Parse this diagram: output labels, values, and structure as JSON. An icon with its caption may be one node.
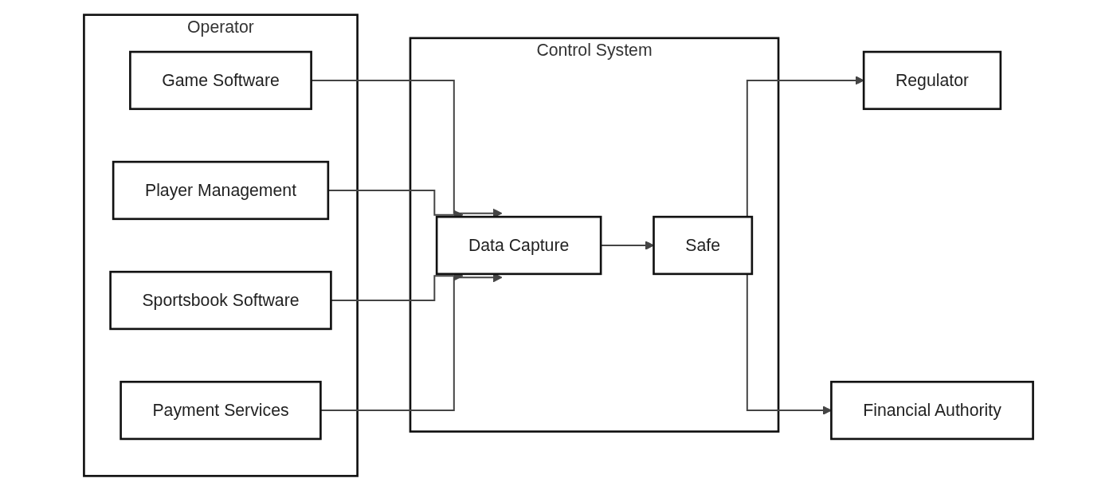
{
  "diagram": {
    "nodes": [
      {
        "text": [
          "Operator"
        ]
      },
      {
        "text": [
          "Player Management"
        ],
        "in": 0
      },
      {
        "text": [
          "Game Software"
        ],
        "in": 0
      },
      {
        "text": [
          "Sportsbook Software"
        ],
        "in": 0
      },
      {
        "text": [
          "Payment Services"
        ],
        "in": 0
      },
      {
        "text": [
          "Control System"
        ]
      },
      {
        "text": [
          "Data Capture"
        ],
        "in": 5
      },
      {
        "text": [
          "Safe"
        ],
        "in": 5
      },
      {
        "text": [
          "Regulator"
        ]
      },
      {
        "text": [
          "Financial Authority"
        ]
      }
    ],
    "edges": [
      {
        "from": 2,
        "to": 6,
        "arrow": "to"
      },
      {
        "from": 1,
        "to": 6,
        "arrow": "to"
      },
      {
        "from": 3,
        "to": 6,
        "arrow": "to"
      },
      {
        "from": 4,
        "to": 6,
        "arrow": "to"
      },
      {
        "from": 6,
        "to": 7,
        "arrow": "to"
      },
      {
        "from": 7,
        "to": 8,
        "arrow": "to"
      },
      {
        "from": 7,
        "to": 9,
        "arrow": "to"
      }
    ]
  }
}
